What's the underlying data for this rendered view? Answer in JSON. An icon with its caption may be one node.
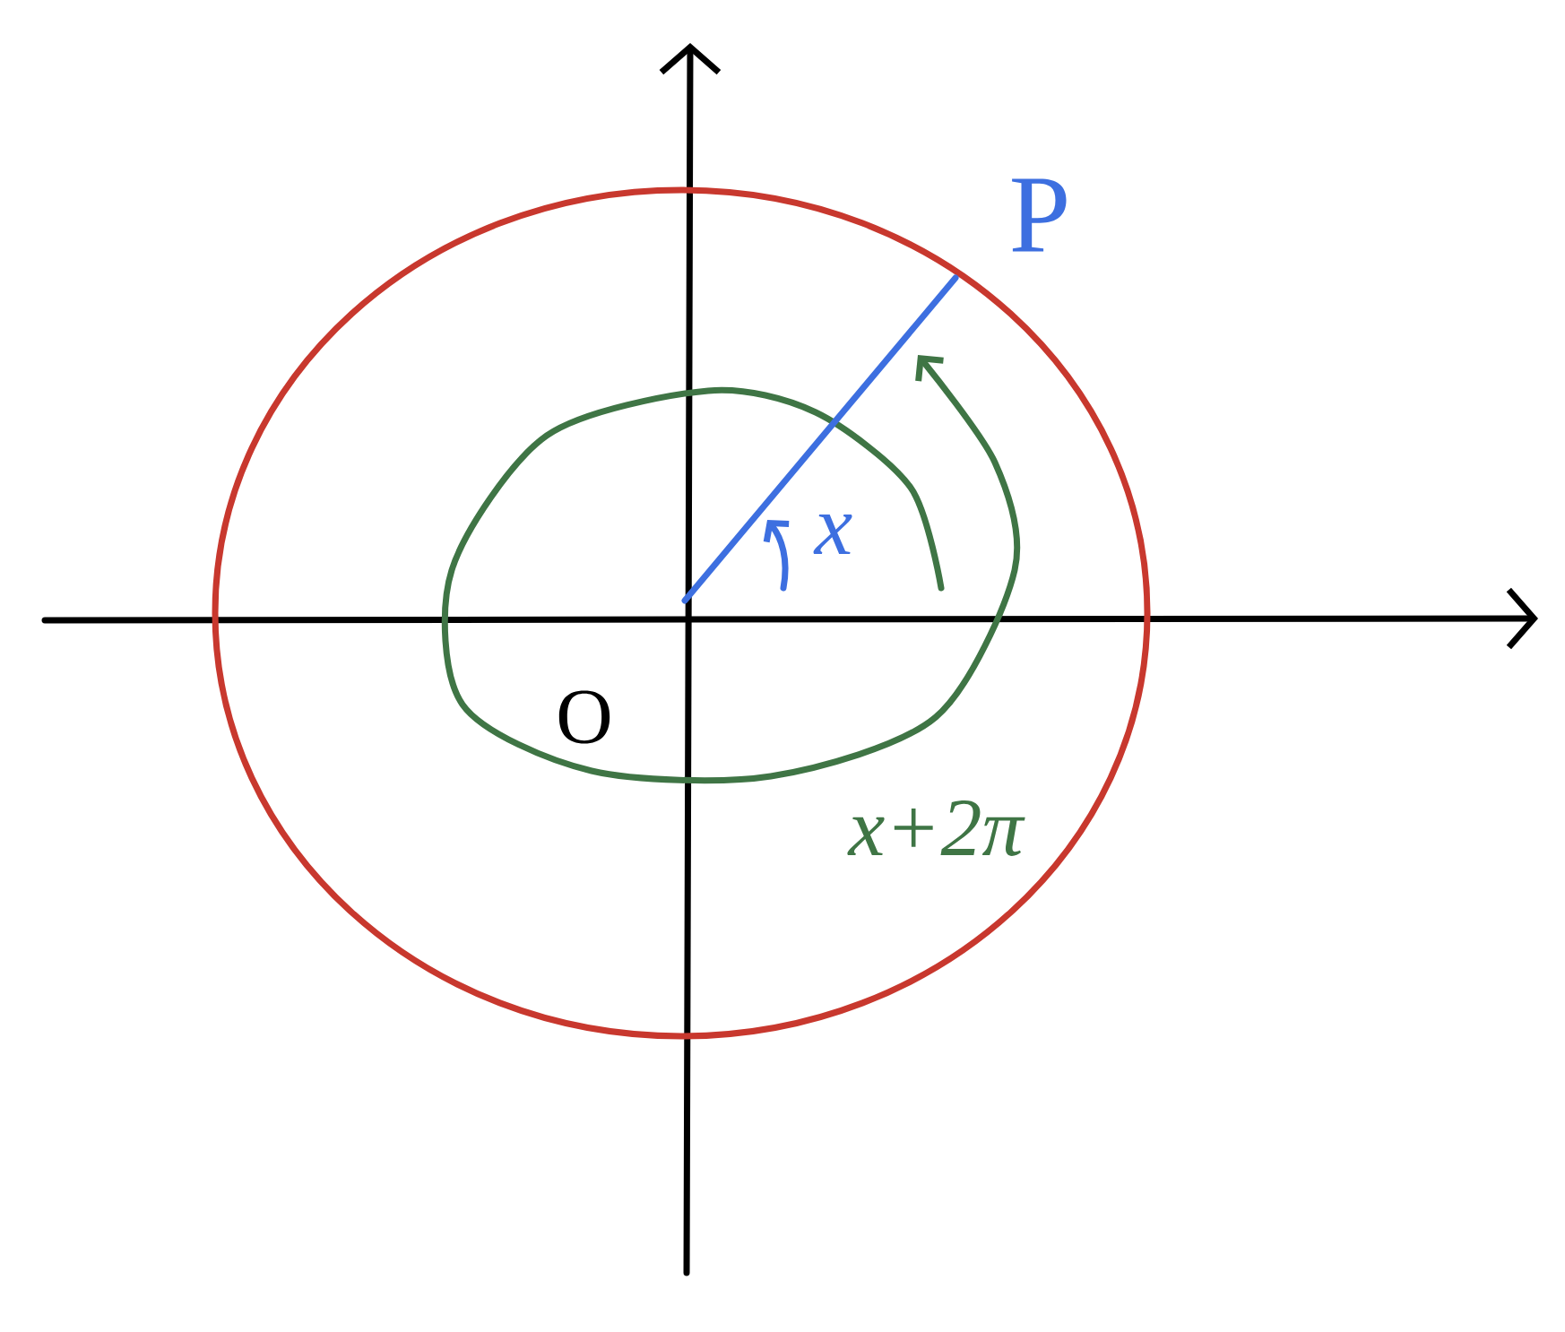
{
  "diagram": {
    "labels": [
      "P",
      "x",
      "x+2π",
      "O"
    ]
  }
}
